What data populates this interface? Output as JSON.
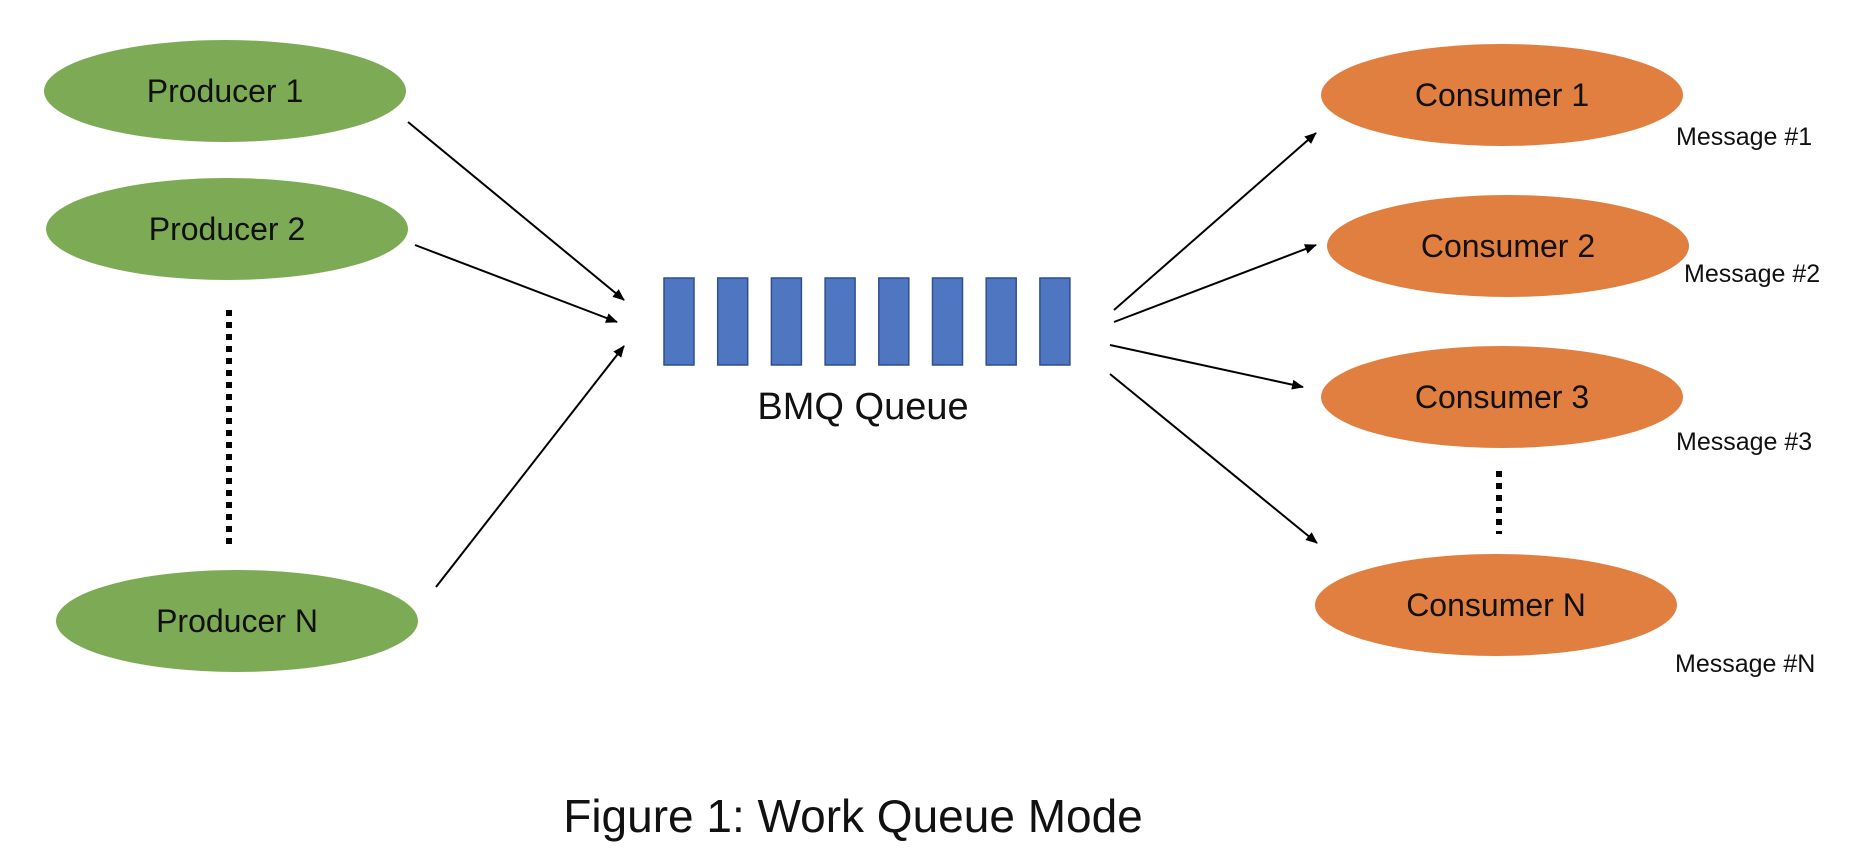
{
  "caption": "Figure 1:  Work Queue Mode",
  "queue": {
    "label": "BMQ Queue",
    "slot_count": 8
  },
  "producers": [
    {
      "label": "Producer 1"
    },
    {
      "label": "Producer 2"
    },
    {
      "label": "Producer N"
    }
  ],
  "consumers": [
    {
      "label": "Consumer 1",
      "message": "Message #1"
    },
    {
      "label": "Consumer 2",
      "message": "Message #2"
    },
    {
      "label": "Consumer 3",
      "message": "Message #3"
    },
    {
      "label": "Consumer N",
      "message": "Message #N"
    }
  ],
  "colors": {
    "producer_fill": "#7dab55",
    "consumer_fill": "#e07f40",
    "queue_slot_fill": "#4f76c1",
    "arrow": "#000000"
  }
}
